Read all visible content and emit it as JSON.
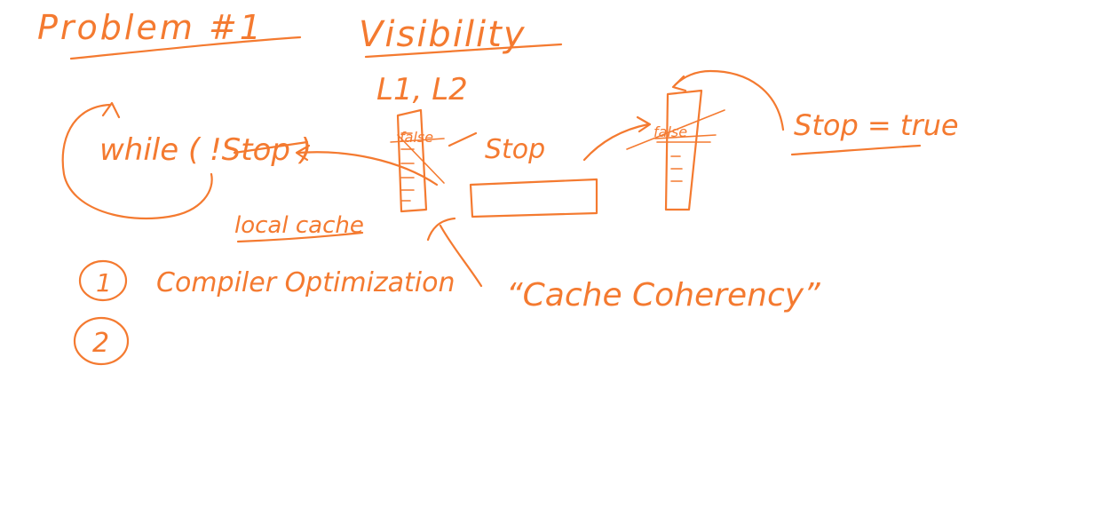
{
  "ink_color": "#F47A30",
  "background": "#FFFFFF",
  "title": "Problem #1",
  "topic": "Visibility",
  "cache_levels": "L1, L2",
  "loop_code": "while ( !Stop )",
  "left_cache_entry": "false",
  "cache_value_label": "Stop",
  "right_cache_entry": "false",
  "assignment": "Stop = true",
  "local_cache_label": "local cache",
  "list": [
    {
      "number": "1",
      "text": "Compiler Optimization"
    },
    {
      "number": "2",
      "text": ""
    }
  ],
  "coherency_label": "“Cache Coherency”"
}
